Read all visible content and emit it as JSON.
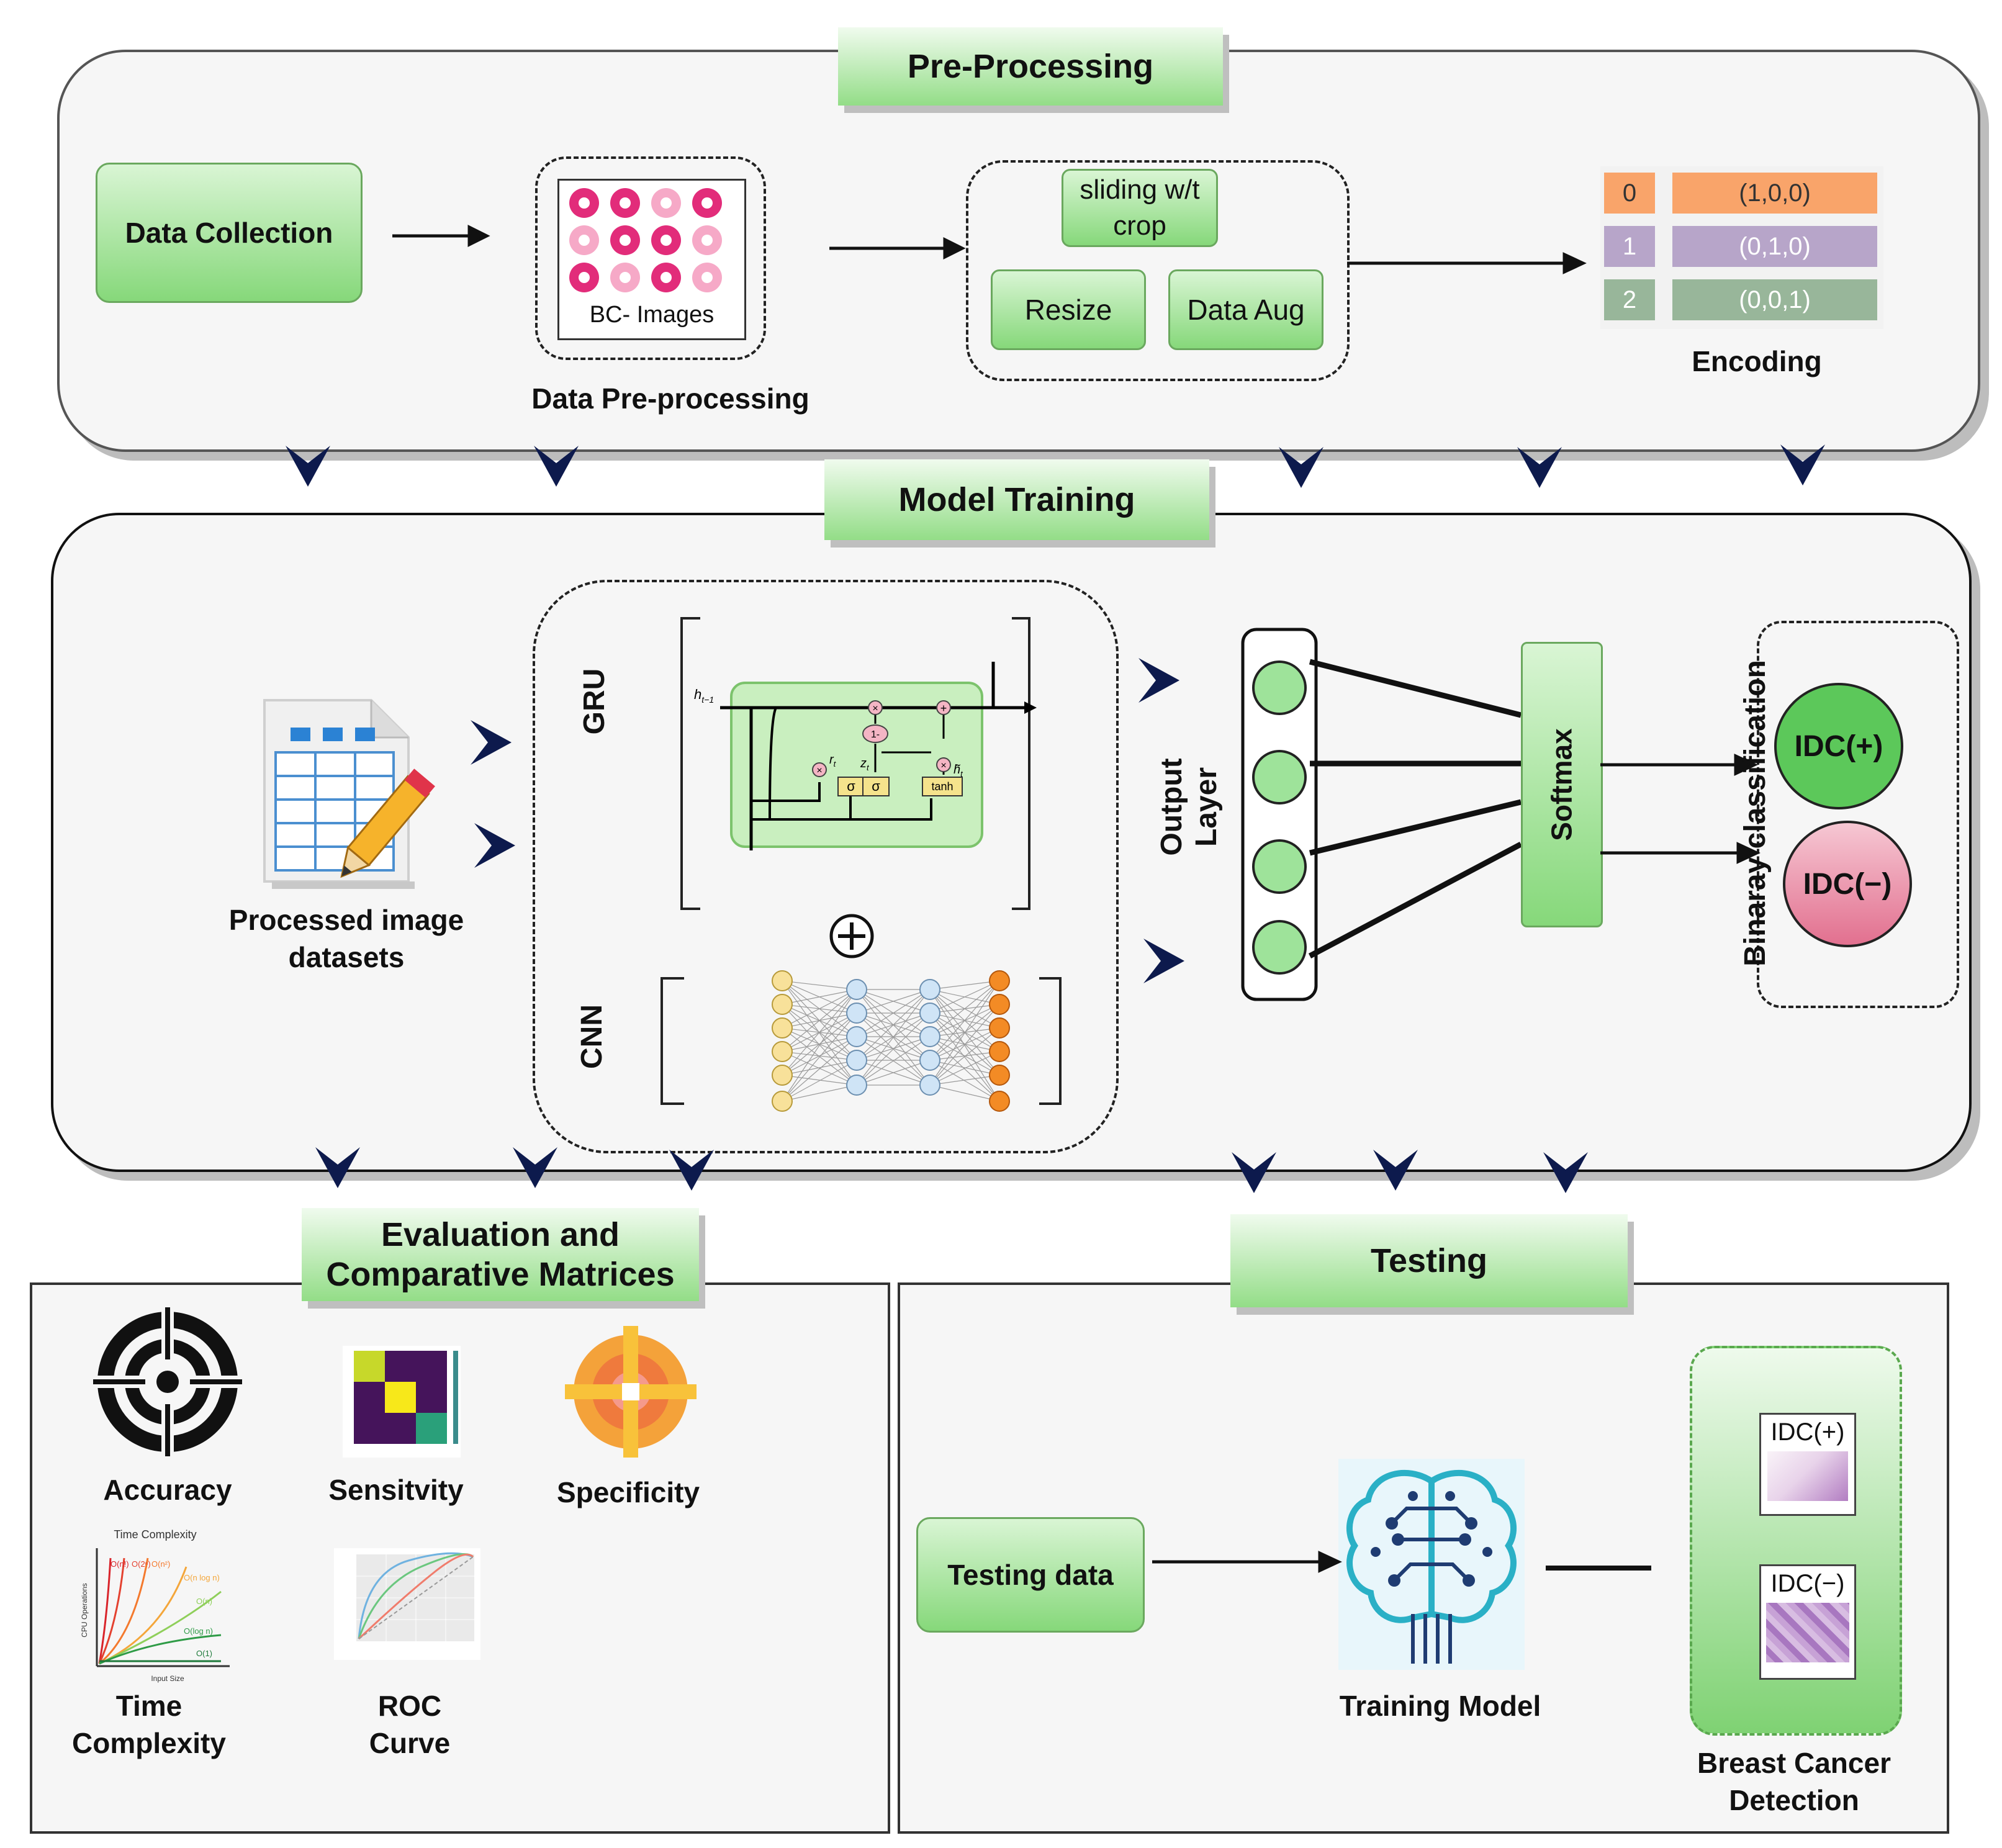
{
  "stages": {
    "preprocessing": {
      "title": "Pre-Processing",
      "data_collection": "Data Collection",
      "bc_images": "BC- Images",
      "data_preprocessing": "Data Pre-processing",
      "sliding_crop": "sliding w/t\ncrop",
      "resize": "Resize",
      "data_aug": "Data Aug",
      "encoding": "Encoding",
      "encoding_rows": [
        {
          "index": "0",
          "vector": "(1,0,0)",
          "color": "#f9a46a"
        },
        {
          "index": "1",
          "vector": "(0,1,0)",
          "color": "#b7a5c9"
        },
        {
          "index": "2",
          "vector": "(0,0,1)",
          "color": "#98b69a"
        }
      ]
    },
    "model_training": {
      "title": "Model Training",
      "processed_datasets": "Processed image\ndatasets",
      "gru": "GRU",
      "cnn": "CNN",
      "plus": "+",
      "gru_cell": {
        "h_prev": "h",
        "h_prev_sub": "t−1",
        "r": "r",
        "z": "z",
        "h_tilde": "h̃",
        "sub": "t",
        "sigma": "σ",
        "tanh": "tanh",
        "one_minus": "1-",
        "times": "×",
        "add": "+"
      },
      "output_layer": "Output\nLayer",
      "softmax": "Softmax",
      "idc_pos": "IDC(+)",
      "idc_neg": "IDC(−)",
      "binary_classification": "Binaray classification"
    },
    "evaluation": {
      "title": "Evaluation and\nComparative Matrices",
      "accuracy": "Accuracy",
      "sensitivity": "Sensitvity",
      "specificity": "Specificity",
      "time_complexity": "Time\nComplexity",
      "roc_curve": "ROC\nCurve",
      "tc_chart_title": "Time Complexity",
      "tc_ylabel": "CPU Operations",
      "tc_xlabel": "Input Size",
      "tc_curves": [
        "O(n!)",
        "O(2ⁿ)",
        "O(n²)",
        "O(n log n)",
        "O(n)",
        "O(log n)",
        "O(1)"
      ]
    },
    "testing": {
      "title": "Testing",
      "testing_data": "Testing data",
      "training_model": "Training Model",
      "breast_cancer_detection": "Breast Cancer\nDetection",
      "idc_pos": "IDC(+)",
      "idc_neg": "IDC(−)"
    }
  },
  "colors": {
    "green_box": "#8fdc82",
    "arrow_navy": "#0d1a4d",
    "idc_pos": "#5cc85a",
    "idc_neg": "#e2708f",
    "node_green": "#9ee39a"
  }
}
